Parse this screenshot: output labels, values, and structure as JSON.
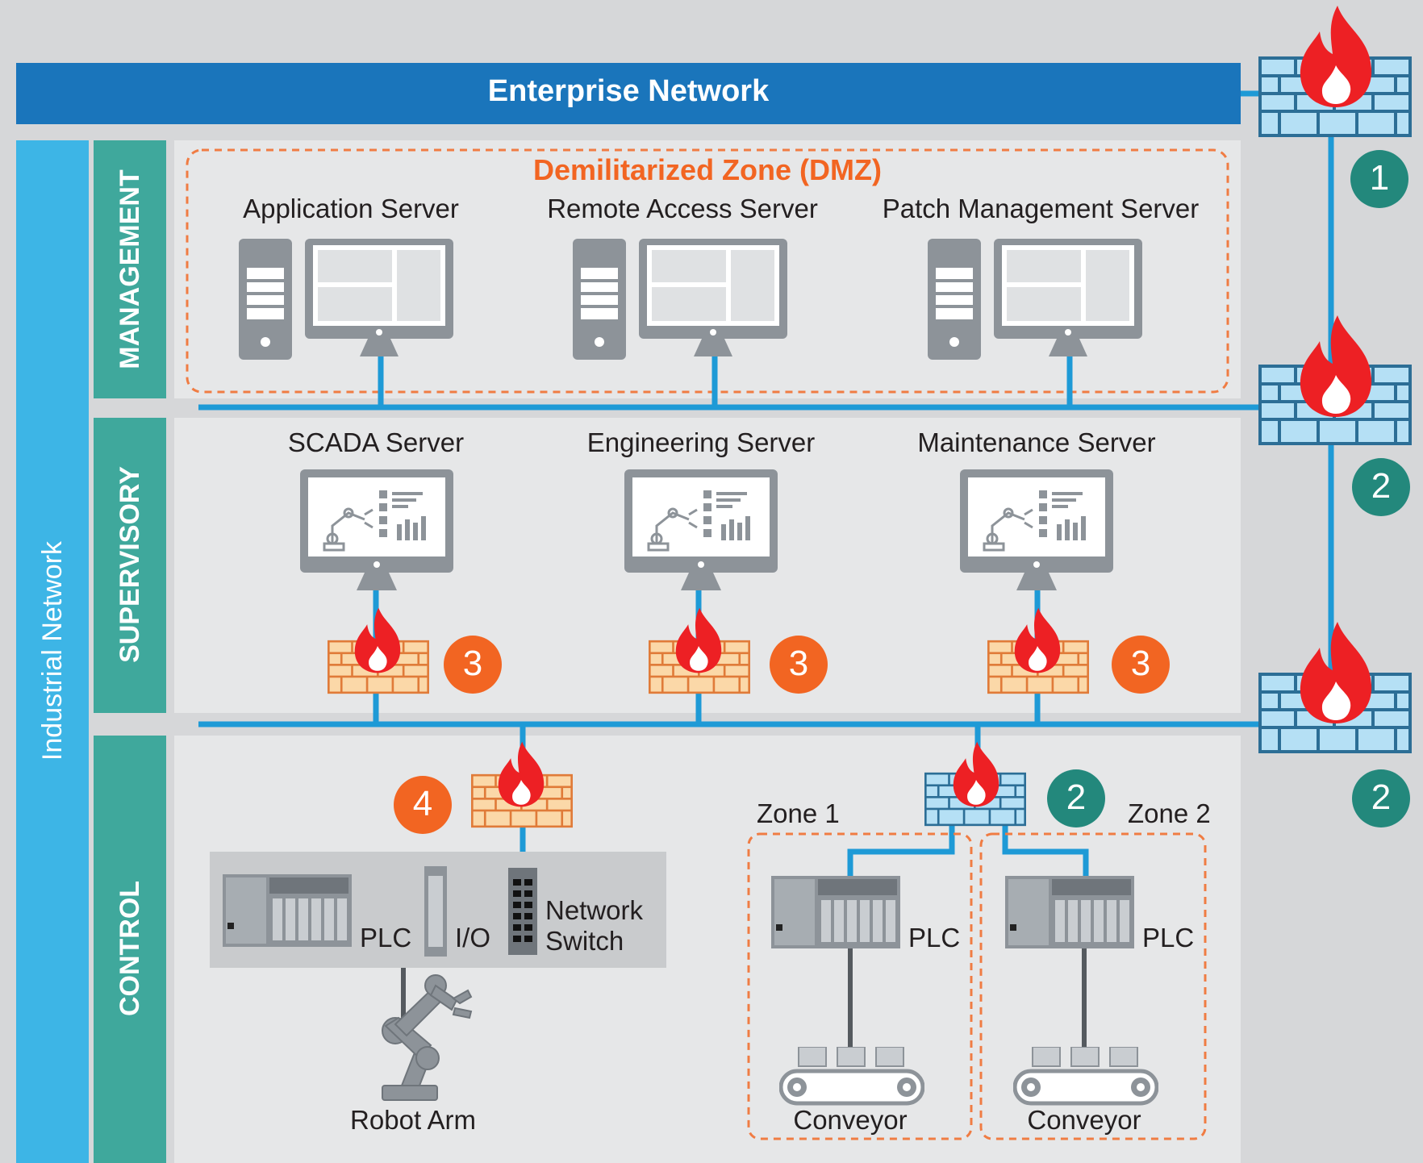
{
  "enterprise_network": "Enterprise Network",
  "industrial_network": "Industrial Network",
  "levels": {
    "management": "MANAGEMENT",
    "supervisory": "SUPERVISORY",
    "control": "CONTROL"
  },
  "dmz": {
    "title": "Demilitarized Zone (DMZ)",
    "servers": [
      "Application Server",
      "Remote Access Server",
      "Patch Management Server"
    ]
  },
  "supervisory_servers": [
    "SCADA Server",
    "Engineering Server",
    "Maintenance Server"
  ],
  "badges": {
    "one": "1",
    "two": "2",
    "three": "3",
    "four": "4"
  },
  "control": {
    "plc": "PLC",
    "io": "I/O",
    "network_switch_line1": "Network",
    "network_switch_line2": "Switch",
    "robot_arm": "Robot Arm",
    "zone1": "Zone 1",
    "zone2": "Zone 2",
    "conveyor": "Conveyor"
  },
  "colors": {
    "enterprise_blue": "#1a75bb",
    "industrial_blue": "#3db5e6",
    "teal": "#3fa89c",
    "badge_teal": "#23887c",
    "badge_orange": "#f26522",
    "dmz_orange": "#f26522",
    "flame_red": "#ed2024",
    "line_blue": "#1e9ad6"
  }
}
